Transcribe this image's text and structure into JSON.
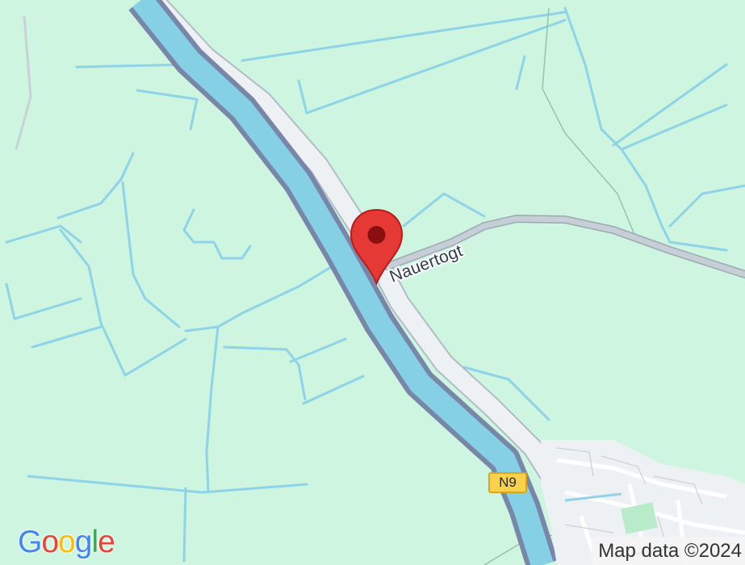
{
  "map": {
    "colors": {
      "land": "#cdf5df",
      "water": "#86d0e6",
      "canal": "#8ec8df",
      "road": "#c7cfd6",
      "urban": "#eef1f3",
      "marker": "#e53935"
    },
    "labels": {
      "road_name": "Nauertogt",
      "road_number": "N9"
    },
    "marker_icon": "map-pin-icon",
    "branding": {
      "logo_letters": [
        "G",
        "o",
        "o",
        "g",
        "l",
        "e"
      ],
      "logo_colors": [
        "#4285f4",
        "#ea4335",
        "#fbbc05",
        "#4285f4",
        "#34a853",
        "#ea4335"
      ]
    },
    "attribution": "Map data ©2024"
  }
}
